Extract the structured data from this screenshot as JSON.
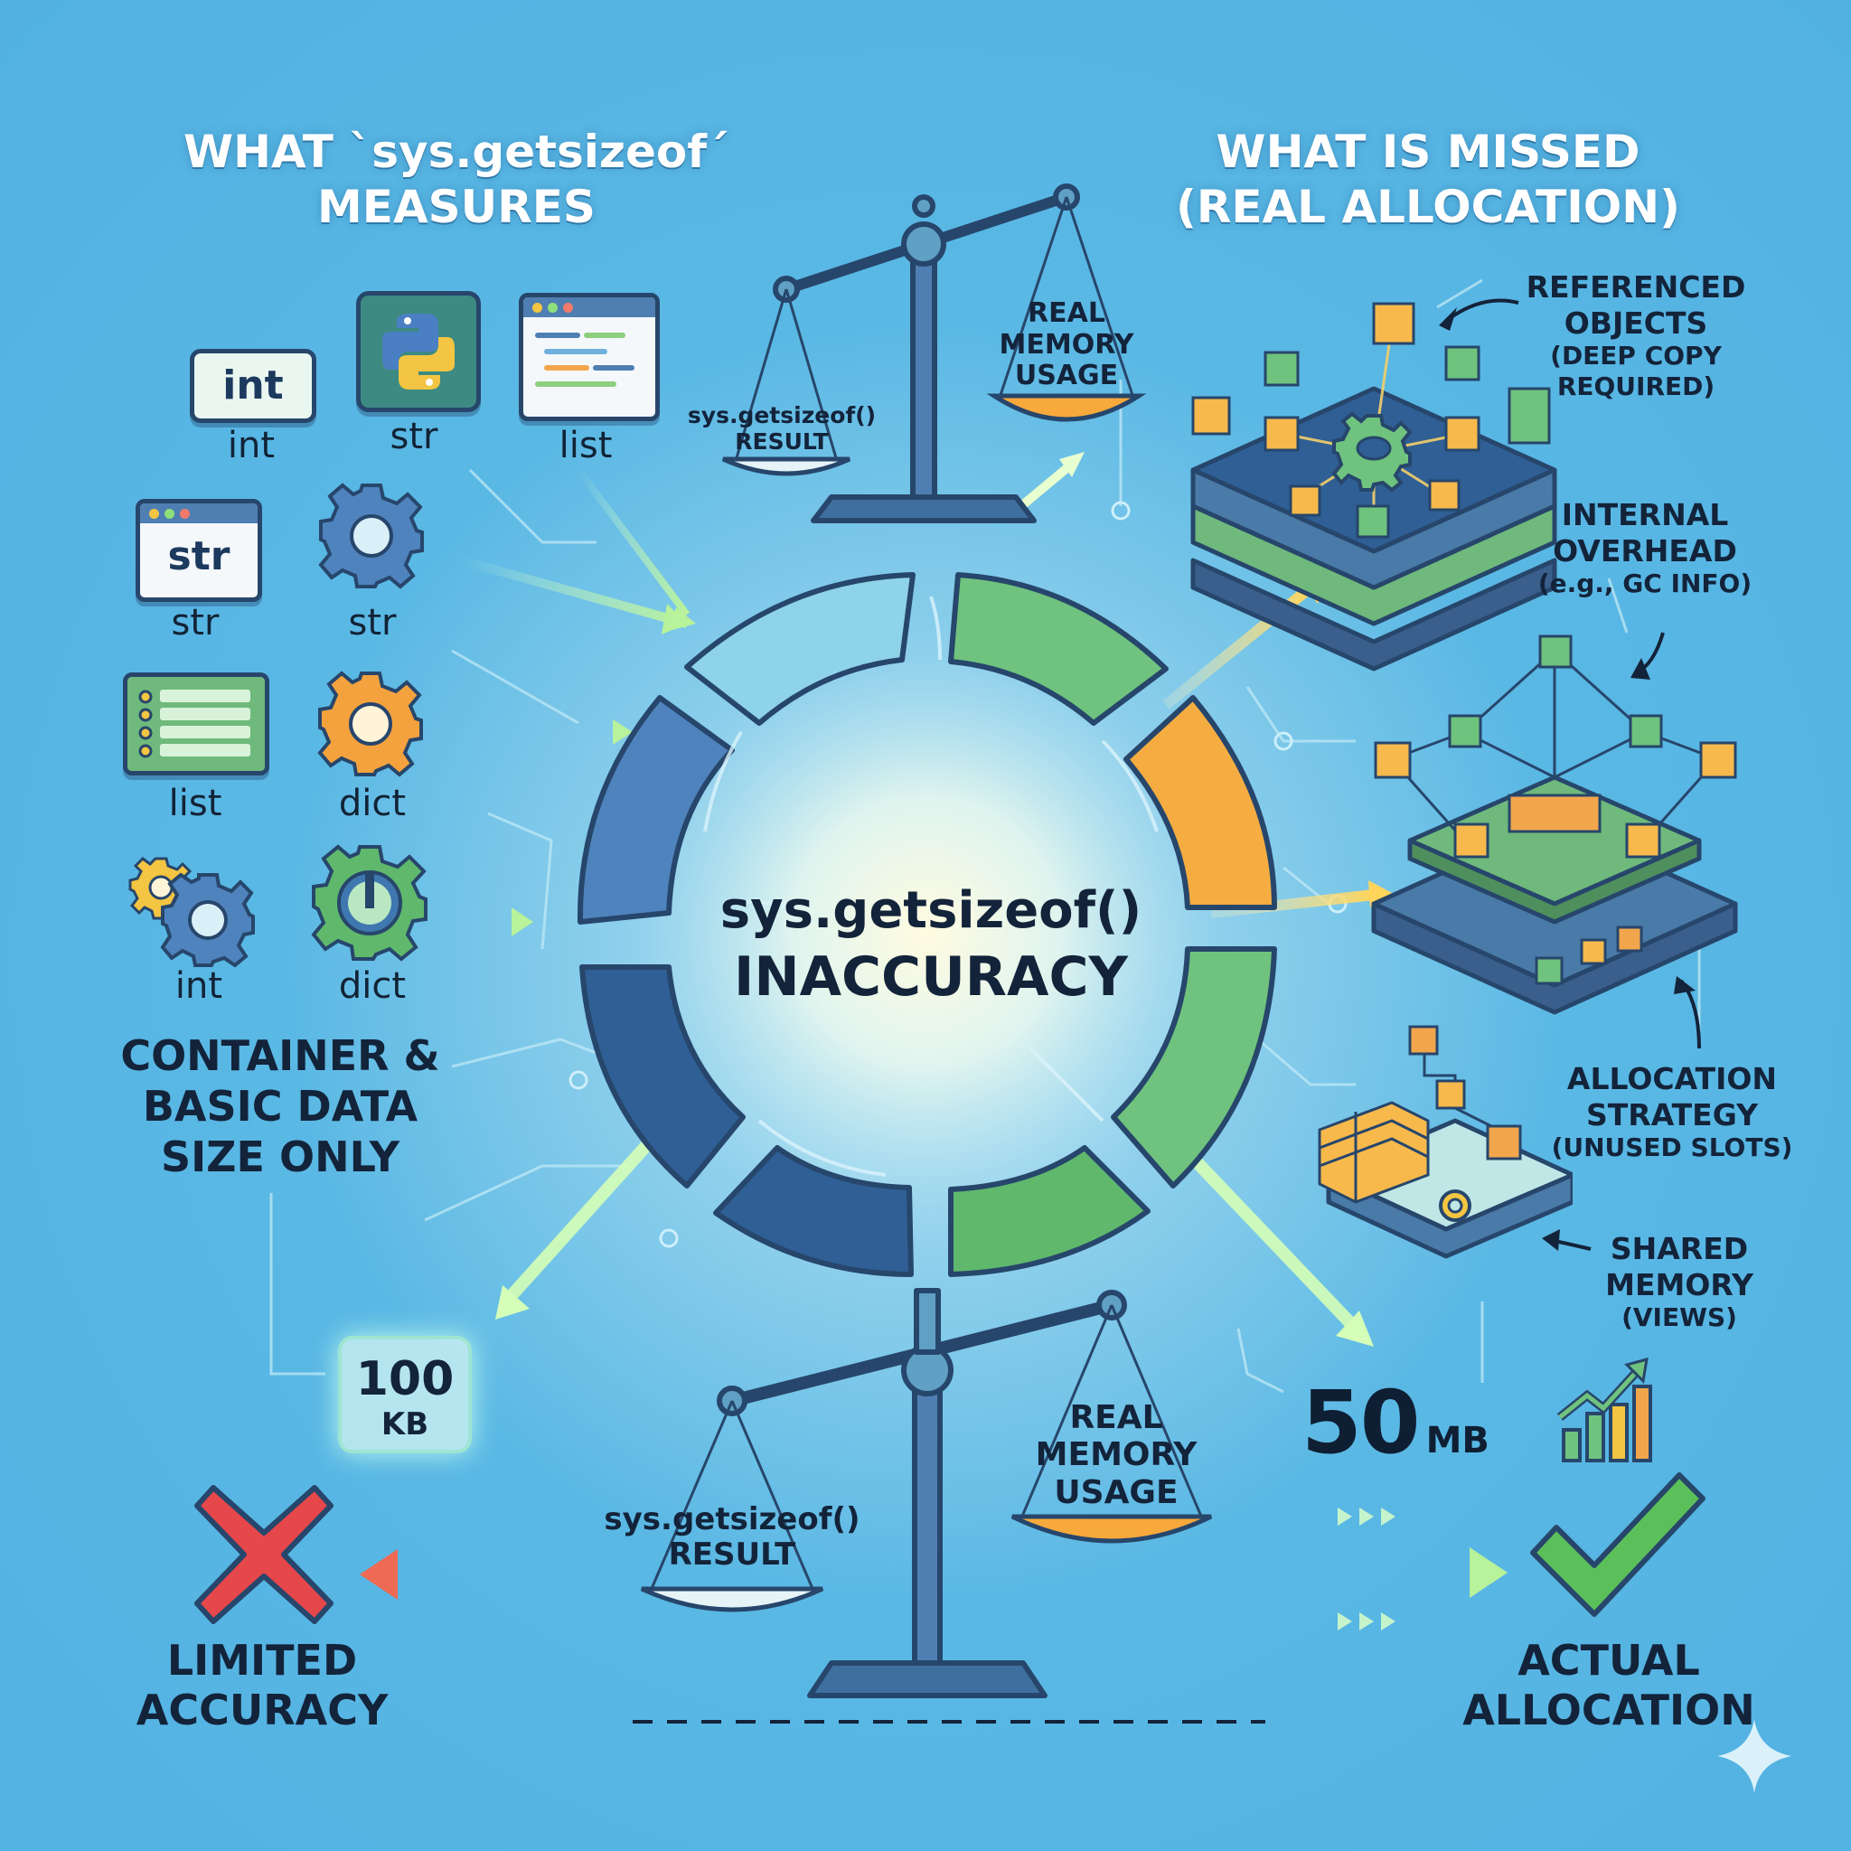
{
  "headings": {
    "left": [
      "WHAT `sys.getsizeof´",
      "MEASURES"
    ],
    "right": [
      "WHAT IS MISSED",
      "(REAL ALLOCATION)"
    ]
  },
  "measured_types": [
    {
      "label": "int",
      "icon": "int-tile-icon"
    },
    {
      "label": "str",
      "icon": "python-logo-icon"
    },
    {
      "label": "list",
      "icon": "code-window-icon"
    },
    {
      "label": "str",
      "icon": "str-window-icon"
    },
    {
      "label": "str",
      "icon": "blue-gear-icon"
    },
    {
      "label": "list",
      "icon": "list-window-icon"
    },
    {
      "label": "dict",
      "icon": "orange-gear-icon"
    },
    {
      "label": "int",
      "icon": "double-gear-icon"
    },
    {
      "label": "dict",
      "icon": "green-gear-icon"
    }
  ],
  "int_tile_text": "int",
  "str_window_text": "str",
  "left_summary": [
    "CONTAINER &",
    "BASIC DATA",
    "SIZE ONLY"
  ],
  "center": {
    "line1": "sys.getsizeof()",
    "line2": "INACCURACY"
  },
  "top_scale": {
    "left_pan": [
      "sys.getsizeof()",
      "RESULT"
    ],
    "right_pan": [
      "REAL",
      "MEMORY",
      "USAGE"
    ]
  },
  "bottom_scale": {
    "left_pan": [
      "sys.getsizeof()",
      "RESULT"
    ],
    "right_pan": [
      "REAL",
      "MEMORY",
      "USAGE"
    ]
  },
  "missed": [
    {
      "title": [
        "REFERENCED",
        "OBJECTS"
      ],
      "note": [
        "(DEEP COPY",
        "REQUIRED)"
      ]
    },
    {
      "title": [
        "INTERNAL",
        "OVERHEAD"
      ],
      "note": [
        "(e.g., GC INFO)"
      ]
    },
    {
      "title": [
        "ALLOCATION",
        "STRATEGY"
      ],
      "note": [
        "(UNUSED SLOTS)"
      ]
    },
    {
      "title": [
        "SHARED",
        "MEMORY"
      ],
      "note": [
        "(VIEWS)"
      ]
    }
  ],
  "measured_size": {
    "value": "100",
    "unit": "KB"
  },
  "actual_size": {
    "value": "50",
    "unit": "MB"
  },
  "bottom_left": [
    "LIMITED",
    "ACCURACY"
  ],
  "bottom_right": [
    "ACTUAL",
    "ALLOCATION"
  ],
  "colors": {
    "background": "#52b1e2",
    "blue_segment": "#3f78b0",
    "green_segment": "#5fbf7a",
    "orange_segment": "#f4a93e",
    "cross": "#e6474a",
    "check": "#5cc05a"
  }
}
